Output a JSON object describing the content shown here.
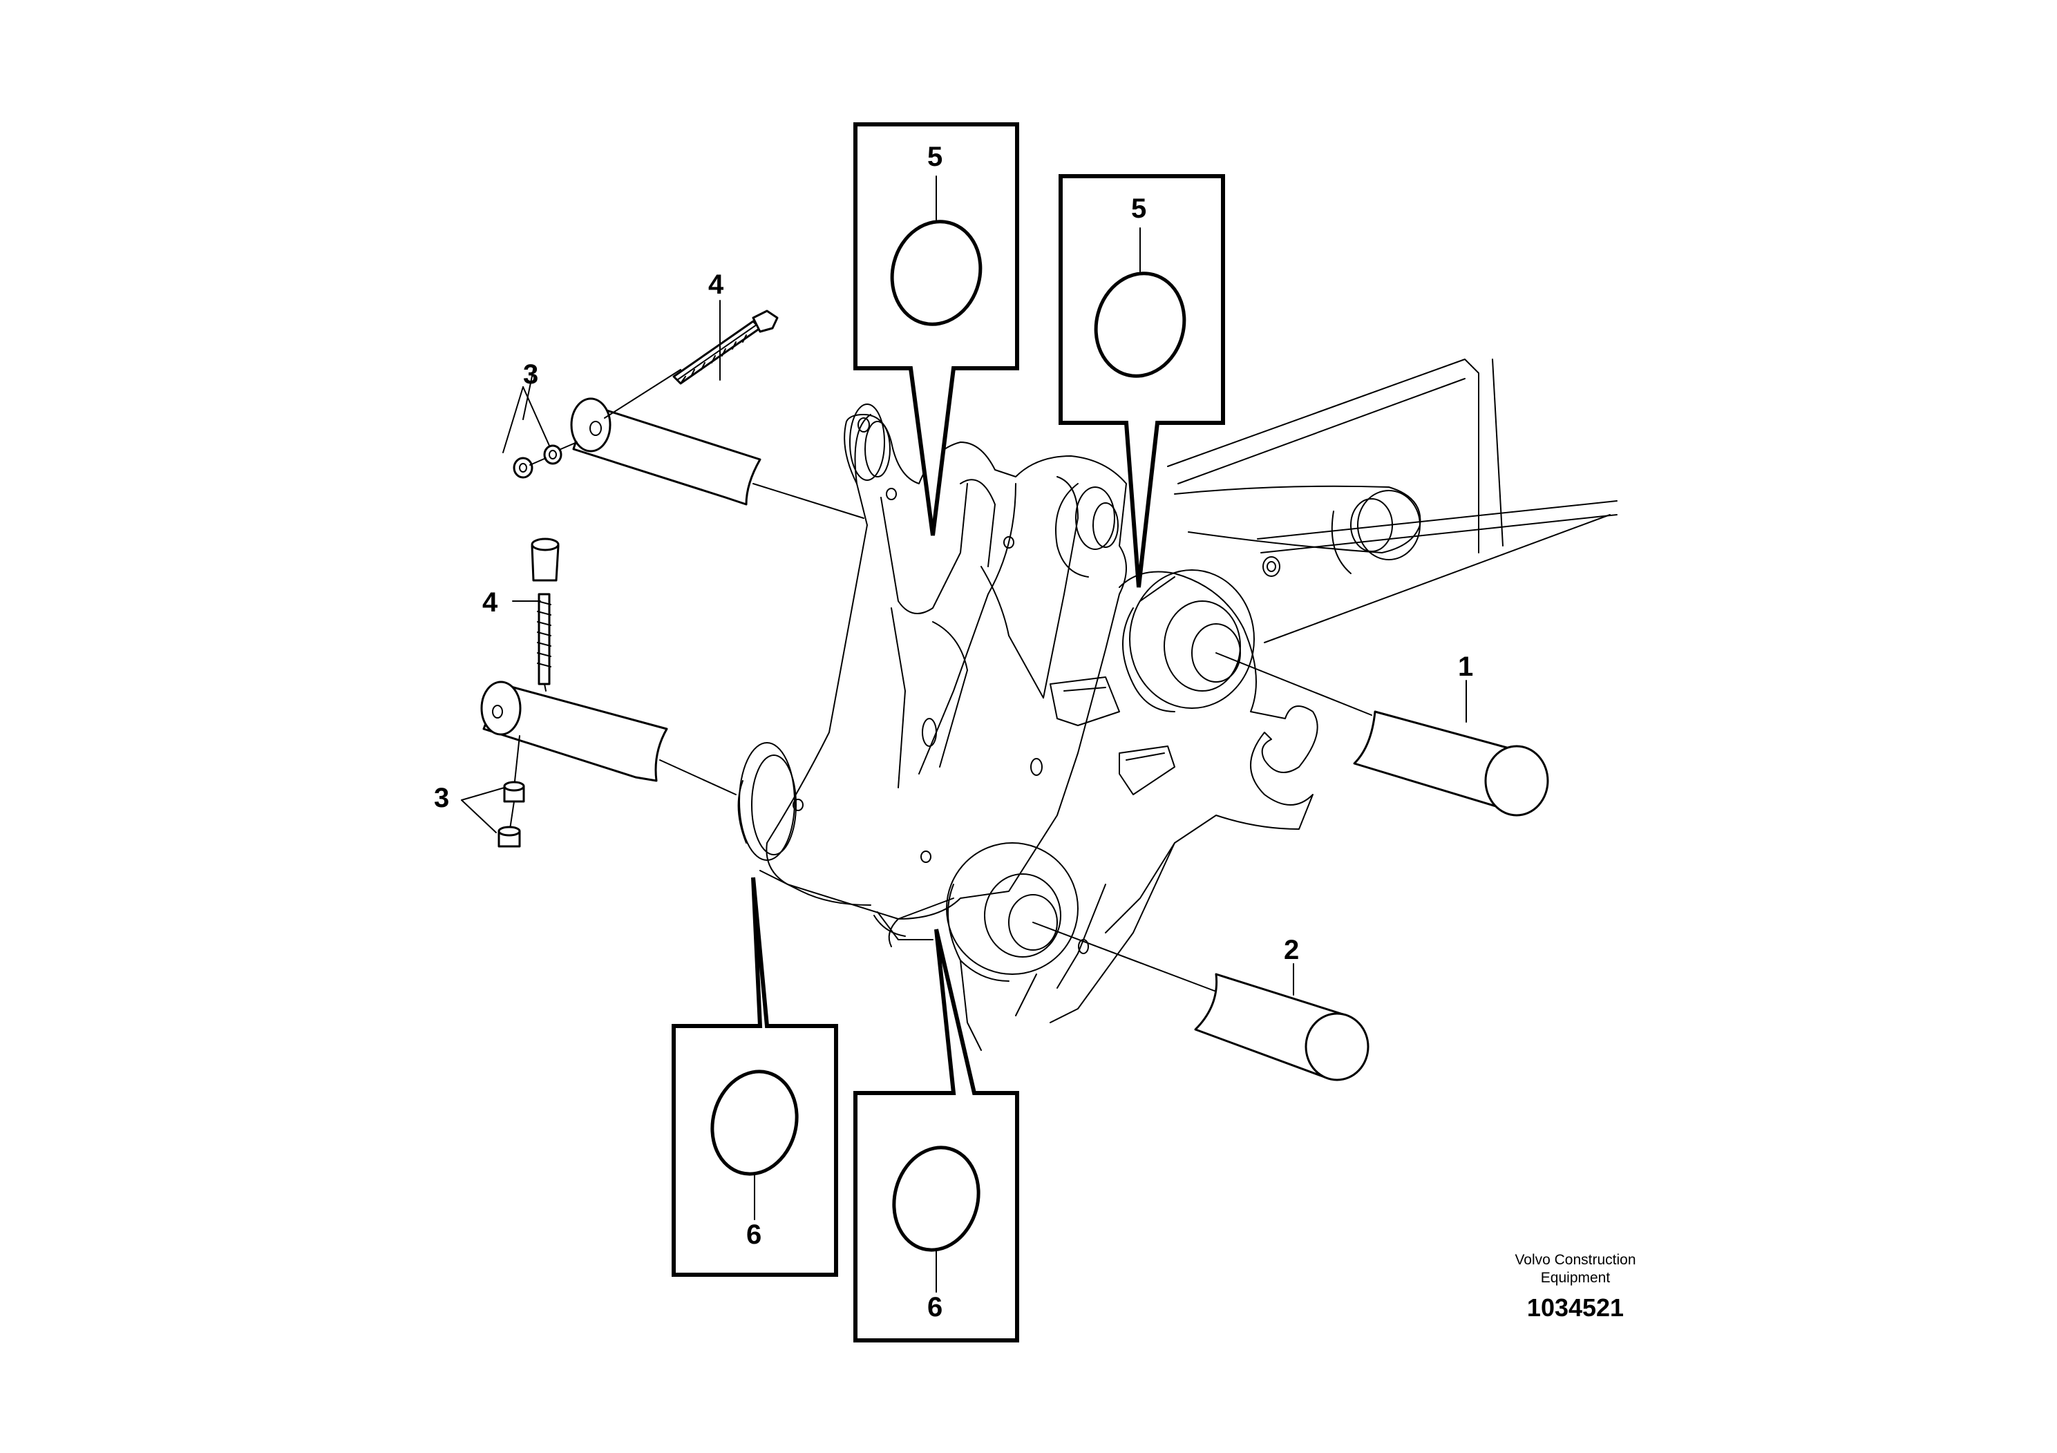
{
  "diagram": {
    "callouts": {
      "c1": "1",
      "c2": "2",
      "c3a": "3",
      "c3b": "3",
      "c4a": "4",
      "c4b": "4",
      "c5a": "5",
      "c5b": "5",
      "c6a": "6",
      "c6b": "6"
    },
    "footer": {
      "brand_line1": "Volvo Construction",
      "brand_line2": "Equipment",
      "part_number": "1034521"
    }
  }
}
